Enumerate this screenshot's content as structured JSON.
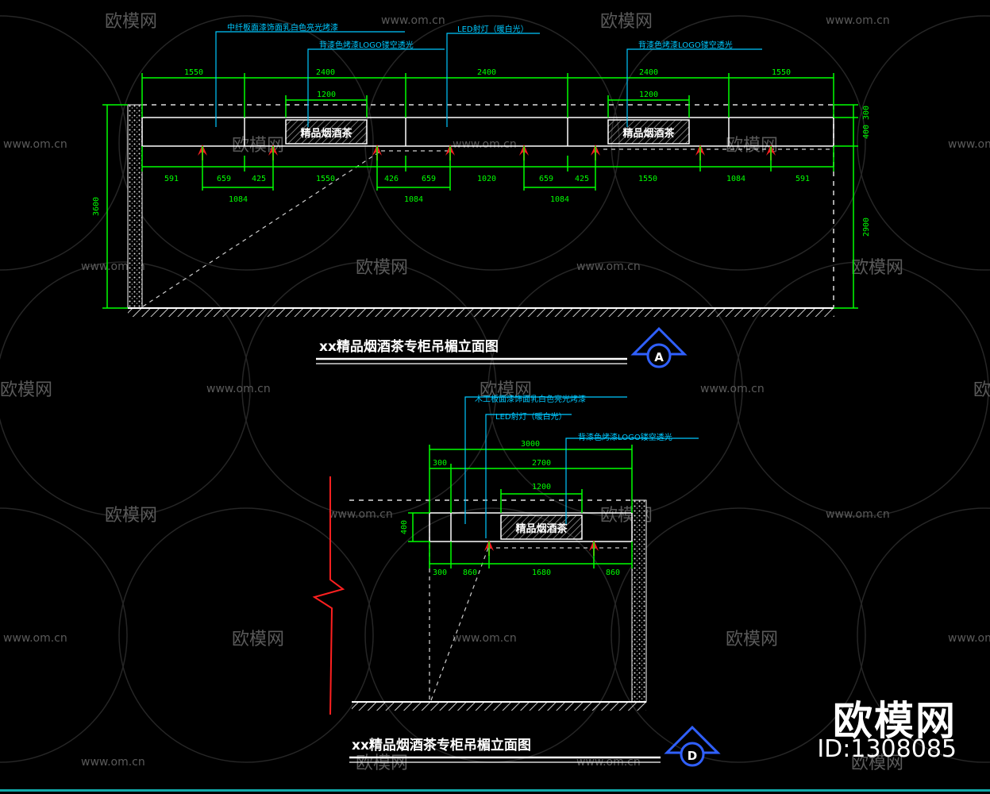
{
  "watermark": {
    "brand": "欧模网",
    "url": "www.om.cn",
    "id": "ID:1308085"
  },
  "drawing_a": {
    "title": "xx精品烟酒茶专柜吊楣立面图",
    "marker": "A",
    "sign_text": "精品烟酒茶",
    "top_dims": [
      "1550",
      "2400",
      "2400",
      "2400",
      "1550"
    ],
    "logo_dims": [
      "1200",
      "1200"
    ],
    "bottom_dims": [
      "591",
      "659",
      "425",
      "1550",
      "426",
      "659",
      "1020",
      "659",
      "425",
      "1550",
      "1084",
      "591"
    ],
    "sub_dims": [
      "1084",
      "1084",
      "1084"
    ],
    "left_height": "3600",
    "right_dims": [
      "400",
      "300",
      "2900"
    ],
    "callouts": [
      "中纤板面漆饰面乳白色亮光烤漆",
      "背漆色烤漆LOGO镂空透光",
      "LED射灯（暖白光）",
      "背漆色烤漆LOGO镂空透光"
    ]
  },
  "drawing_d": {
    "title": "xx精品烟酒茶专柜吊楣立面图",
    "marker": "D",
    "sign_text": "精品烟酒茶",
    "top_dims": [
      "3000",
      "2700",
      "300",
      "1200"
    ],
    "left_dim": "400",
    "bottom_dims": [
      "300",
      "860",
      "1680",
      "860"
    ],
    "callouts": [
      "木工板面漆饰面乳白色亮光烤漆",
      "LED射灯（暖白光）",
      "背漆色烤漆LOGO镂空透光"
    ]
  },
  "colors": {
    "background": "#000000",
    "line": "#ffffff",
    "dimension": "#00ff00",
    "callout": "#00c8ff",
    "light": "#ff2020",
    "marker": "#3060ff",
    "watermark": "#555555"
  }
}
